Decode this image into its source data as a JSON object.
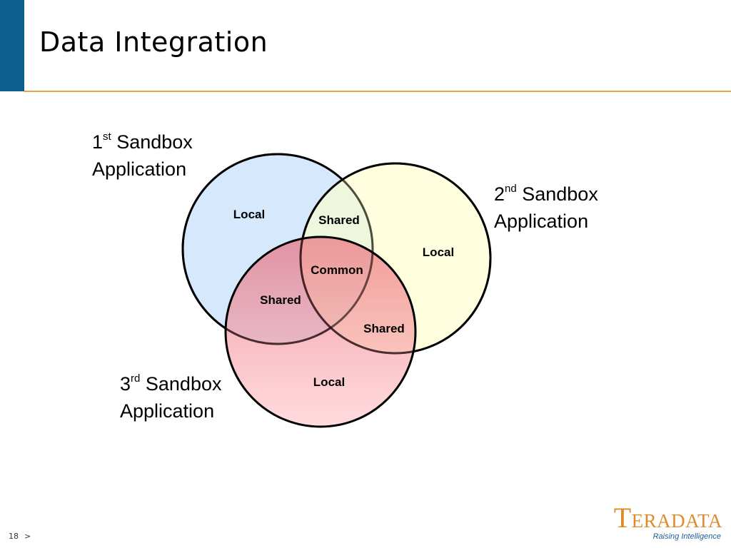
{
  "slide": {
    "title": "Data Integration",
    "page_number": "18",
    "nav_symbol": ">"
  },
  "diagram": {
    "circles": [
      {
        "id": "sandbox-1",
        "fill": "#d6e8fb"
      },
      {
        "id": "sandbox-2",
        "fill": "#ffffcc"
      },
      {
        "id": "sandbox-3",
        "fill": "#ff9999"
      }
    ],
    "stroke_color": "#000000",
    "regions": {
      "local_1": "Local",
      "local_2": "Local",
      "local_3": "Local",
      "shared_1_2": "Shared",
      "shared_1_3": "Shared",
      "shared_2_3": "Shared",
      "common": "Common"
    },
    "apps": [
      {
        "number": "1",
        "suffix": "st",
        "name": "Sandbox",
        "line2": "Application"
      },
      {
        "number": "2",
        "suffix": "nd",
        "name": "Sandbox",
        "line2": "Application"
      },
      {
        "number": "3",
        "suffix": "rd",
        "name": "Sandbox",
        "line2": "Application"
      }
    ]
  },
  "branding": {
    "logo_initial": "T",
    "logo_rest": "ERADATA",
    "tagline": "Raising Intelligence",
    "logo_color": "#e08a2a",
    "tagline_color": "#1f5f9a",
    "accent_bar_color": "#0b5e8e",
    "rule_color": "#e8a33d"
  }
}
